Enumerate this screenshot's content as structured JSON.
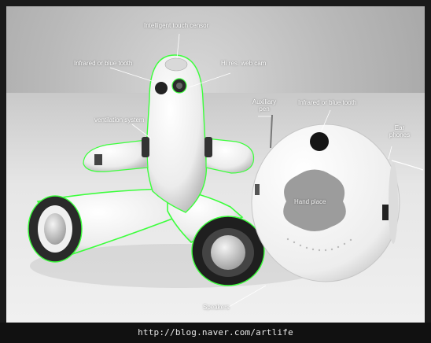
{
  "annotations": {
    "touch_sensor": "Intelligent touch censor",
    "ir_bluetooth_left": "Infrared or blue tooth",
    "webcam": "Hi res. web cam",
    "ventilation": "ventilation system",
    "aux_pen": "Auxiliary pen",
    "ir_bluetooth_right": "Infrared or blue tooth",
    "ear_phones": "Ear phones",
    "hand_place": "Hand place",
    "speakers": "Speakers"
  },
  "footer": {
    "url": "http://blog.naver.com/artlife"
  },
  "colors": {
    "accent_glow": "#3cff3c",
    "body": "#f5f5f5",
    "frame": "#1a1a1a"
  }
}
